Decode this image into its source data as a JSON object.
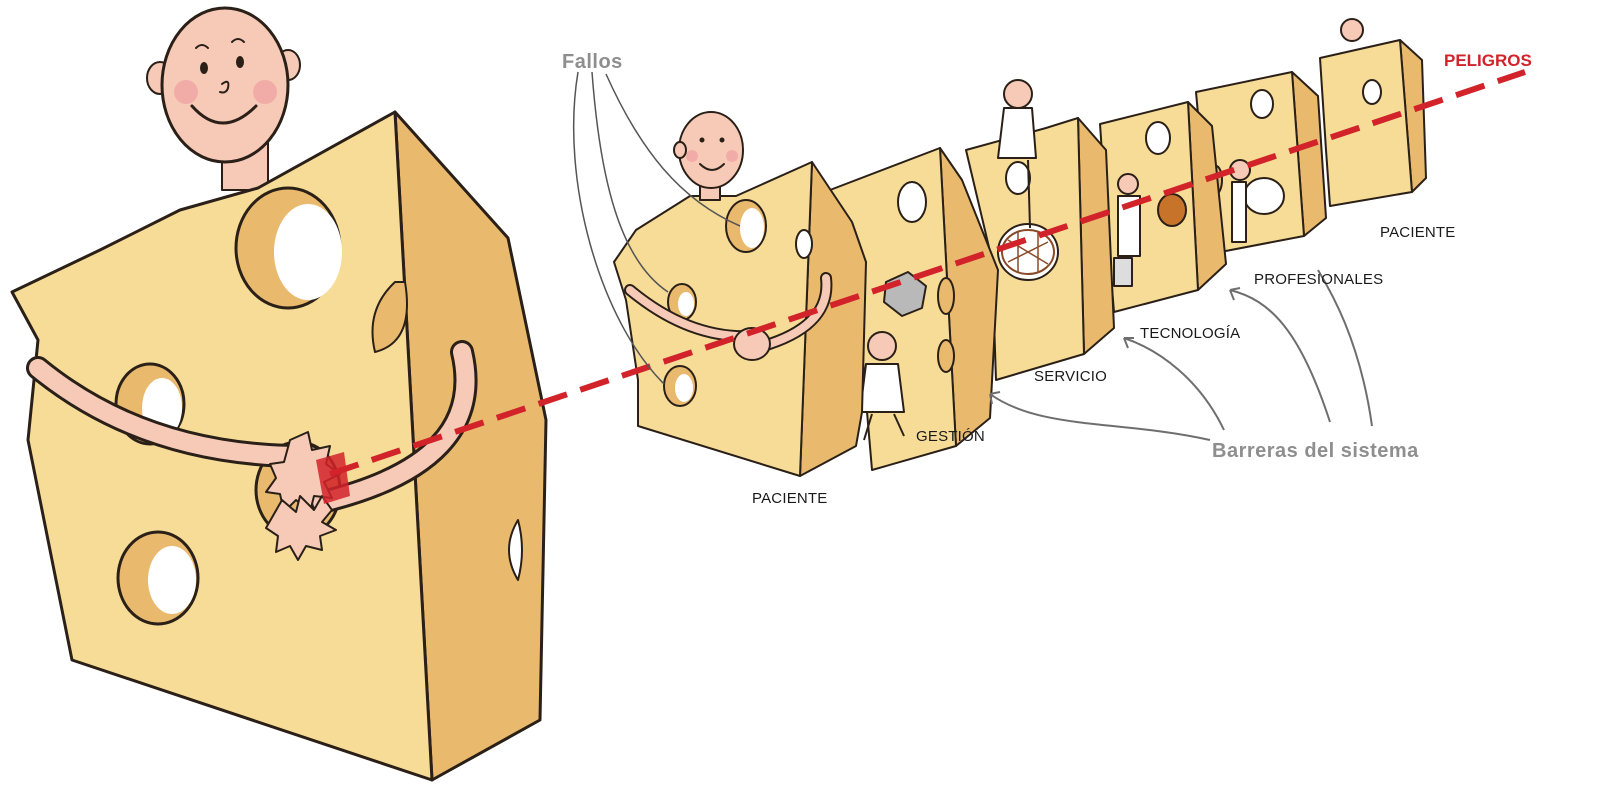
{
  "labels": {
    "faults": "Fallos",
    "hazards": "PELIGROS",
    "system_barriers": "Barreras del sistema",
    "layers": [
      "PACIENTE",
      "GESTIÓN",
      "SERVICIO",
      "TECNOLOGÍA",
      "PROFESIONALES",
      "PACIENTE"
    ]
  },
  "colors": {
    "cheese_face": "#f6dc97",
    "cheese_side": "#e9ba6e",
    "cheese_hole": "#ffffff",
    "skin": "#f7c9b7",
    "hazard_line": "#d2232a",
    "annotation": "#8e8e8e"
  }
}
